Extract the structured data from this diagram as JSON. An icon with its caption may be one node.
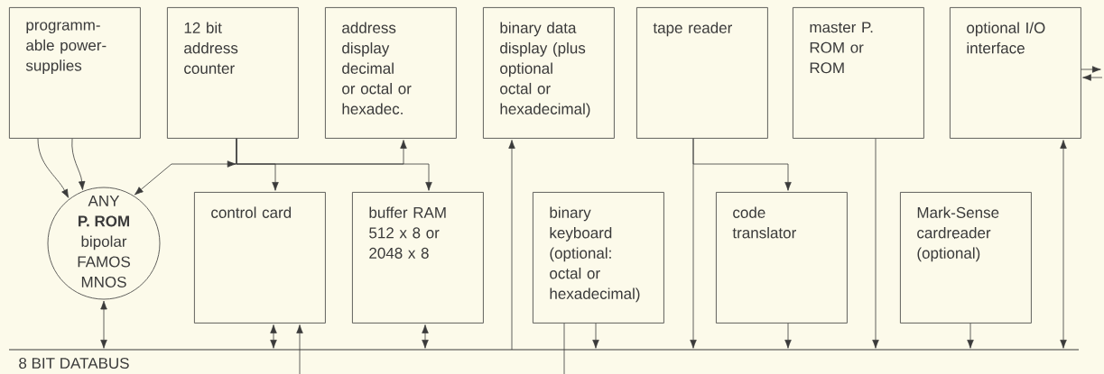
{
  "diagram": {
    "nodes": [
      {
        "text": [
          "programm-able power-supplies"
        ]
      },
      {
        "text": [
          "12 bit address counter"
        ]
      },
      {
        "text": [
          "address display decimal or octal or hexadec."
        ]
      },
      {
        "text": [
          "binary data display (plus optional octal or hexadecimal)"
        ]
      },
      {
        "text": [
          "tape reader"
        ]
      },
      {
        "text": [
          "master P. ROM or ROM"
        ]
      },
      {
        "text": [
          "optional I/O interface"
        ]
      },
      {
        "text": [
          "ANY",
          "P. ROM",
          "bipolar",
          "FAMOS",
          "MNOS"
        ]
      },
      {
        "text": [
          "control card"
        ]
      },
      {
        "text": [
          "buffer RAM 512 x 8 or 2048 x 8"
        ]
      },
      {
        "text": [
          "binary keyboard (optional: octal or hexadecimal)"
        ]
      },
      {
        "text": [
          "code translator"
        ]
      },
      {
        "text": [
          "Mark-Sense cardreader (optional)"
        ]
      },
      {
        "text": [],
        "shape": "bar",
        "beside": [
          "8 BIT DATABUS"
        ]
      }
    ],
    "edges": [
      {
        "from": 0,
        "to": 7,
        "arrow": "to"
      },
      {
        "from": 0,
        "to": 7,
        "arrow": "to"
      },
      {
        "from": 1,
        "to": 7,
        "arrow": "to"
      },
      {
        "from": 1,
        "to": 8,
        "arrow": "to"
      },
      {
        "from": 1,
        "to": 9,
        "arrow": "to"
      },
      {
        "from": 1,
        "to": 2,
        "arrow": "to"
      },
      {
        "from": 7,
        "to": 13,
        "arrow": "both"
      },
      {
        "from": 8,
        "to": 13,
        "arrow": "both"
      },
      {
        "from": null,
        "to": 8,
        "arrow": "to"
      },
      {
        "from": 9,
        "to": 13,
        "arrow": "both"
      },
      {
        "from": 13,
        "to": 3,
        "arrow": "to"
      },
      {
        "from": 10,
        "to": 13,
        "arrow": "to"
      },
      {
        "from": 10,
        "to": null,
        "arrow": "none"
      },
      {
        "from": 4,
        "to": 13,
        "arrow": "to"
      },
      {
        "from": 4,
        "to": 11,
        "arrow": "to"
      },
      {
        "from": 11,
        "to": 13,
        "arrow": "to"
      },
      {
        "from": 5,
        "to": 13,
        "arrow": "to"
      },
      {
        "from": 12,
        "to": 13,
        "arrow": "to"
      },
      {
        "from": 6,
        "to": 13,
        "arrow": "both"
      },
      {
        "from": 6,
        "to": null,
        "arrow": "to"
      },
      {
        "from": null,
        "to": 6,
        "arrow": "to"
      }
    ]
  }
}
